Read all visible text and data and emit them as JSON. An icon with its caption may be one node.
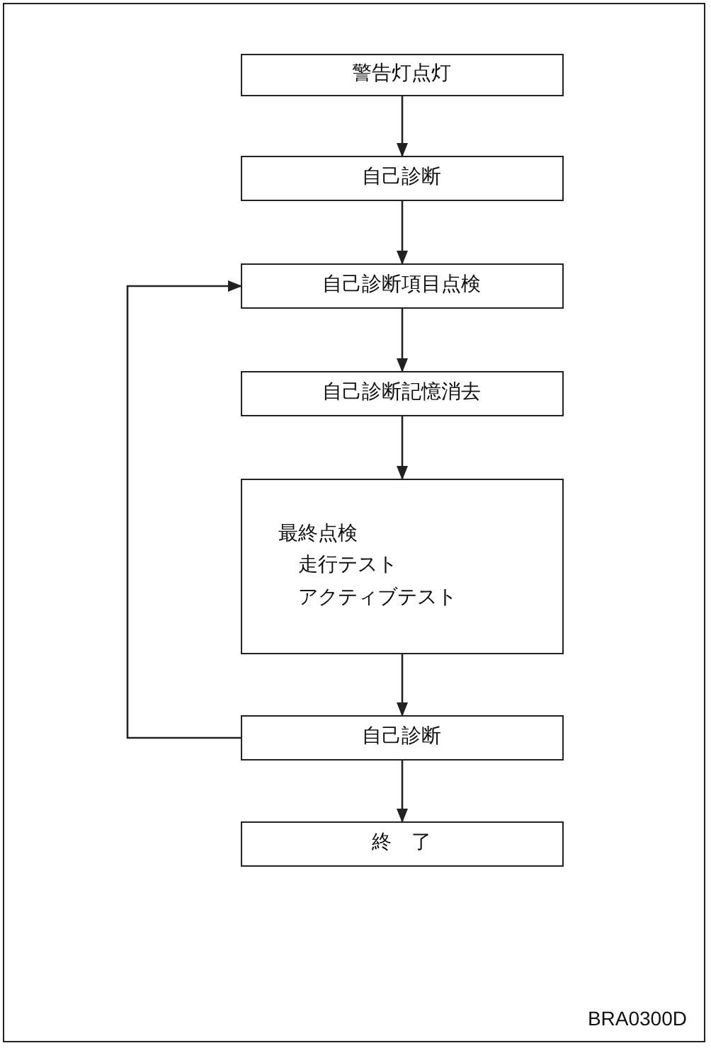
{
  "diagram": {
    "nodes": [
      {
        "text": [
          "警告灯点灯"
        ]
      },
      {
        "text": [
          "自己診断"
        ]
      },
      {
        "text": [
          "自己診断項目点検"
        ]
      },
      {
        "text": [
          "自己診断記憶消去"
        ]
      },
      {
        "text": [
          "最終点検",
          "走行テスト",
          "アクティブテスト"
        ]
      },
      {
        "text": [
          "自己診断"
        ]
      },
      {
        "text": [
          "終　了"
        ]
      }
    ],
    "edges": [
      {
        "from": 0,
        "to": 1,
        "arrow": "to"
      },
      {
        "from": 1,
        "to": 2,
        "arrow": "to"
      },
      {
        "from": 2,
        "to": 3,
        "arrow": "to"
      },
      {
        "from": 3,
        "to": 4,
        "arrow": "to"
      },
      {
        "from": 4,
        "to": 5,
        "arrow": "to"
      },
      {
        "from": 5,
        "to": 2,
        "arrow": "to"
      },
      {
        "from": 5,
        "to": 6,
        "arrow": "to"
      }
    ],
    "labels": [
      "BRA0300D"
    ]
  }
}
